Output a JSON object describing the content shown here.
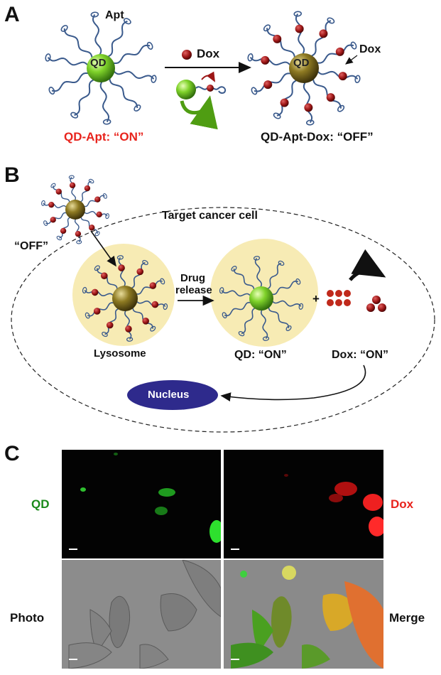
{
  "panels": {
    "a": {
      "letter": "A",
      "apt": "Apt",
      "qd": "QD",
      "dox_reagent": "Dox",
      "dox_pointer": "Dox",
      "on_state": "QD-Apt: “ON”",
      "off_state": "QD-Apt-Dox: “OFF”"
    },
    "b": {
      "letter": "B",
      "off_label": "“OFF”",
      "cell": "Target cancer cell",
      "drug_release_1": "Drug",
      "drug_release_2": "release",
      "lysosome": "Lysosome",
      "plus": "+",
      "qd_on": "QD: “ON”",
      "dox_on": "Dox: “ON”",
      "nucleus": "Nucleus"
    },
    "c": {
      "letter": "C",
      "qd": "QD",
      "dox": "Dox",
      "photo": "Photo",
      "merge": "Merge"
    }
  },
  "colors": {
    "qd_on": "#6fbf1e",
    "qd_off": "#7a6a1e",
    "dox": "#9c1616",
    "aptamer": "#3a5a8c",
    "lysosome": "#f7ebb4",
    "nucleus": "#2e2a8c",
    "label_red": "#e8231c",
    "label_green": "#1a8a1a"
  },
  "icons": [
    "qd-nanoparticle-icon",
    "dox-molecule-icon",
    "reaction-arrow-icon",
    "curved-arrow-icon"
  ]
}
